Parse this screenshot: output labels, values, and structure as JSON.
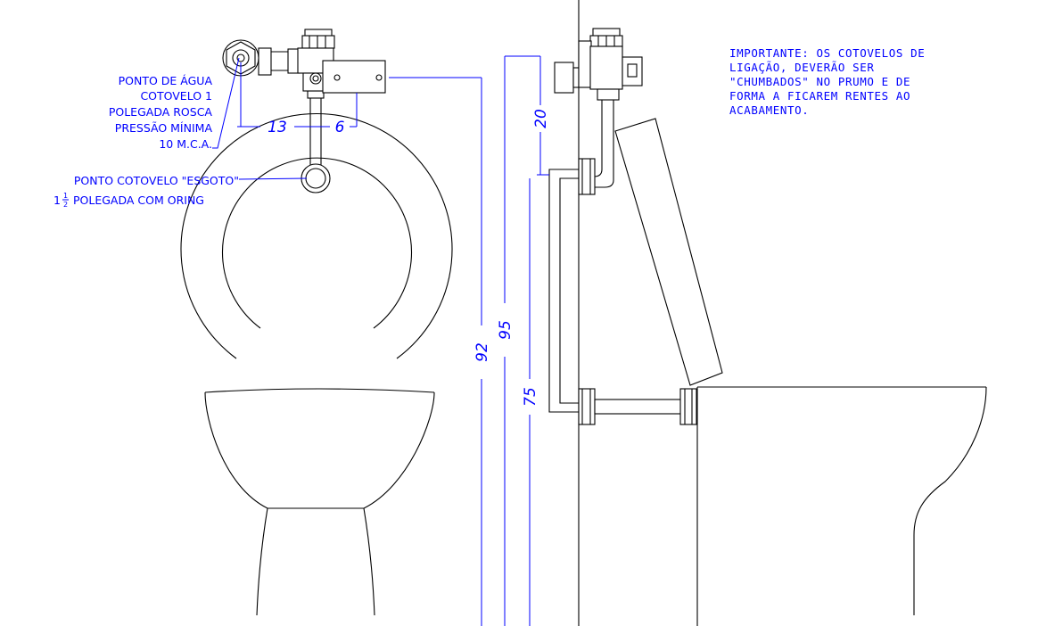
{
  "labels": {
    "water_point": [
      "PONTO DE ÁGUA",
      "COTOVELO 1",
      "POLEGADA ROSCA",
      "PRESSÃO MÍNIMA",
      "10 M.C.A."
    ],
    "sewer_point_line1": "PONTO COTOVELO \"ESGOTO\"",
    "sewer_point_line2_num": "1",
    "sewer_point_line2_frac_num": "1",
    "sewer_point_line2_frac_den": "2",
    "sewer_point_line2_rest": "POLEGADA COM ORING"
  },
  "note": {
    "lines": [
      "IMPORTANTE: OS COTOVELOS DE",
      "LIGAÇÃO, DEVERÃO SER",
      "\"CHUMBADOS\" NO PRUMO E DE",
      "FORMA A FICAREM RENTES AO",
      "ACABAMENTO."
    ]
  },
  "dimensions": {
    "d13": "13",
    "d6": "6",
    "d20": "20",
    "d92": "92",
    "d95": "95",
    "d75": "75"
  },
  "colors": {
    "annotation": "#0000ff",
    "drawing": "#000000",
    "background": "#ffffff"
  }
}
